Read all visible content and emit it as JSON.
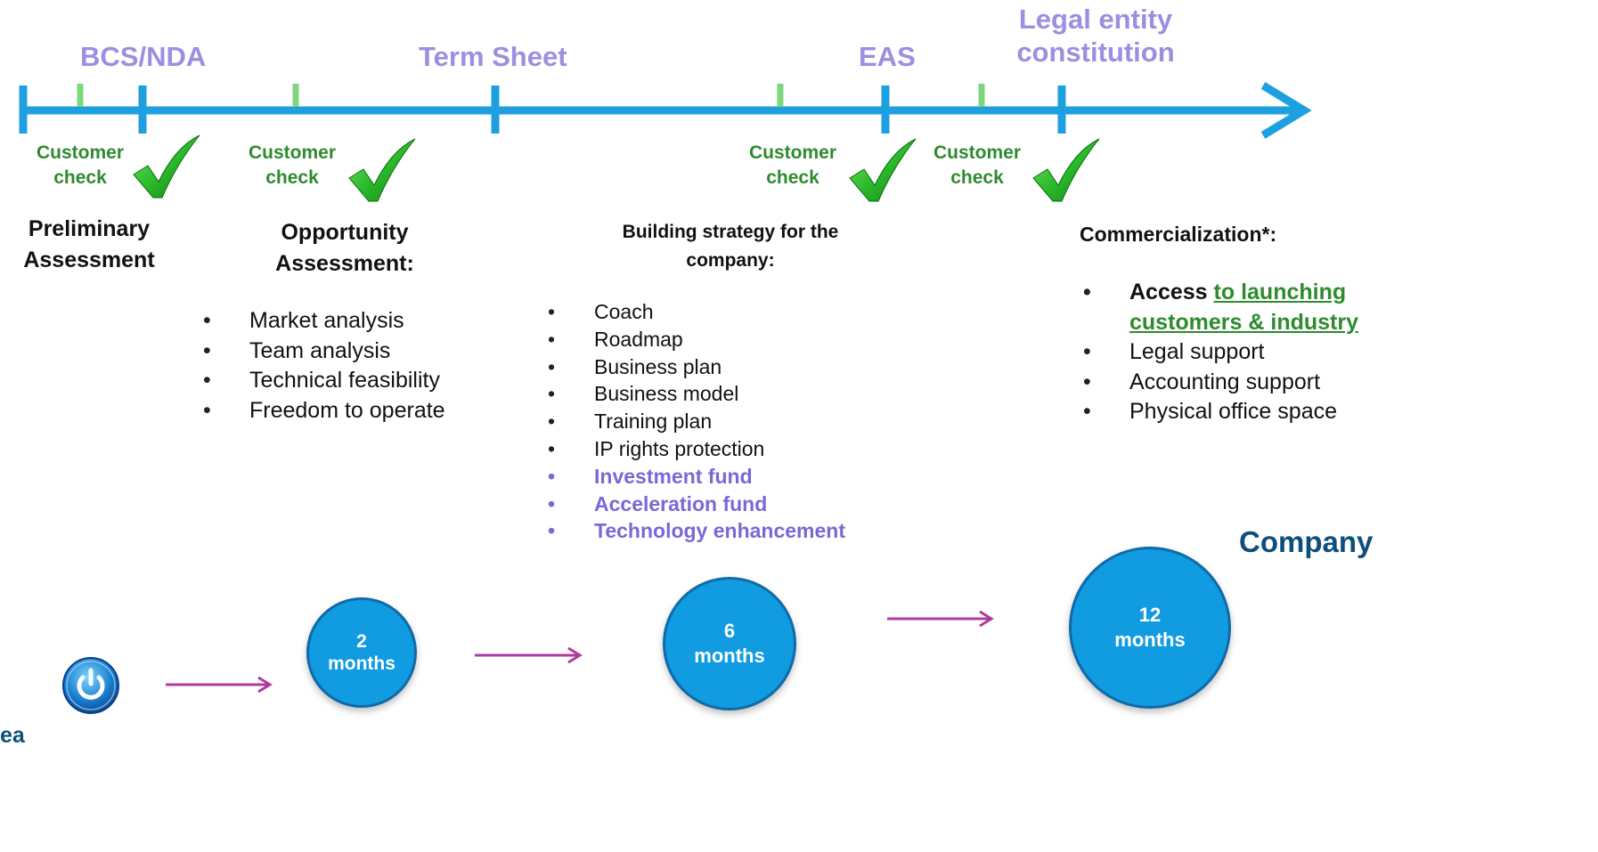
{
  "milestones": {
    "bcs": "BCS/NDA",
    "term": "Term Sheet",
    "eas": "EAS",
    "legal_1": "Legal entity",
    "legal_2": "constitution"
  },
  "customer_check": {
    "line1": "Customer",
    "line2": "check"
  },
  "phases": {
    "preliminary": {
      "line1": "Preliminary",
      "line2": "Assessment"
    },
    "opportunity": {
      "line1": "Opportunity",
      "line2": "Assessment:",
      "items": [
        "Market analysis",
        "Team analysis",
        "Technical feasibility",
        "Freedom to operate"
      ]
    },
    "building": {
      "line1": "Building strategy for the",
      "line2": "company:",
      "items": [
        "Coach",
        "Roadmap",
        "Business plan",
        "Business model",
        "Training plan",
        "IP rights protection"
      ],
      "highlight_items": [
        "Investment fund",
        "Acceleration fund",
        "Technology enhancement"
      ]
    },
    "commercialization": {
      "title": "Commercialization*:",
      "access_bold": "Access",
      "access_link_1": "to launching",
      "access_link_2": "customers & industry",
      "items": [
        "Legal support",
        "Accounting support",
        "Physical office space"
      ]
    }
  },
  "durations": {
    "d1": {
      "num": "2",
      "unit": "months"
    },
    "d2": {
      "num": "6",
      "unit": "months"
    },
    "d3": {
      "num": "12",
      "unit": "months"
    }
  },
  "company_label": "Company",
  "idea_label": "ea",
  "icons": {
    "start": "power-icon",
    "check": "checkmark-icon",
    "arrow": "arrow-right-icon"
  },
  "colors": {
    "timeline": "#1ea0e0",
    "milestone_text": "#9b8fe0",
    "check_text": "#2e8b2e",
    "highlight": "#7a68d6",
    "circle": "#119be0",
    "arrow": "#b03a9e",
    "company": "#0d4f7a"
  }
}
